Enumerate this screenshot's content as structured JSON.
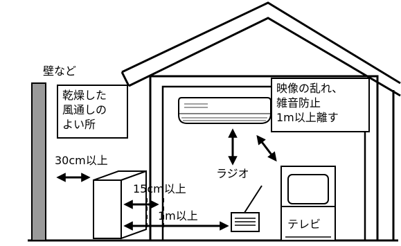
{
  "labels": {
    "wall": "壁など",
    "dry_place": [
      "乾燥した",
      "風通しの",
      "よい所"
    ],
    "ac_note": [
      "映像の乱れ、",
      "雑音防止",
      " 1m以上離す"
    ],
    "dist_30cm": "30cm以上",
    "dist_15cm": "15cm以上",
    "dist_1m": "1m以上",
    "radio": "ラジオ",
    "tv": "テレビ"
  },
  "colors": {
    "line": "#000000",
    "wall_fill": "#9a9a9a",
    "background": "#ffffff"
  }
}
